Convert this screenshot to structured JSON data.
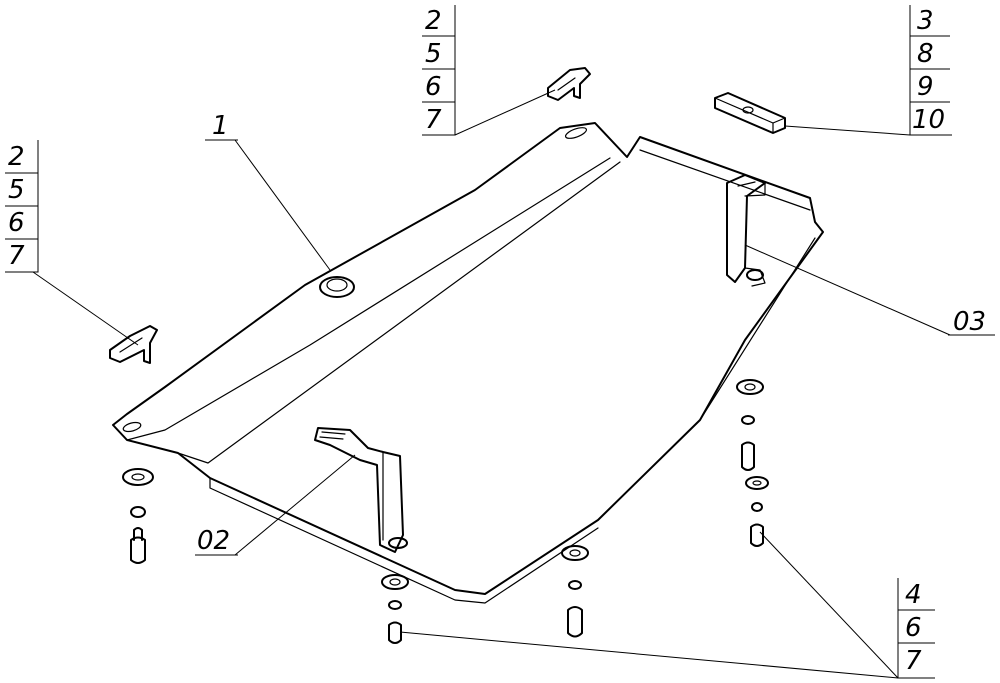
{
  "callouts": {
    "top_left": [
      "2",
      "5",
      "6",
      "7"
    ],
    "top_center": [
      "2",
      "5",
      "6",
      "7"
    ],
    "top_right": [
      "3",
      "8",
      "9",
      "10"
    ],
    "bottom_right": [
      "4",
      "6",
      "7"
    ],
    "part_main": "1",
    "part_bracket_front": "02",
    "part_bracket_rear": "03"
  }
}
